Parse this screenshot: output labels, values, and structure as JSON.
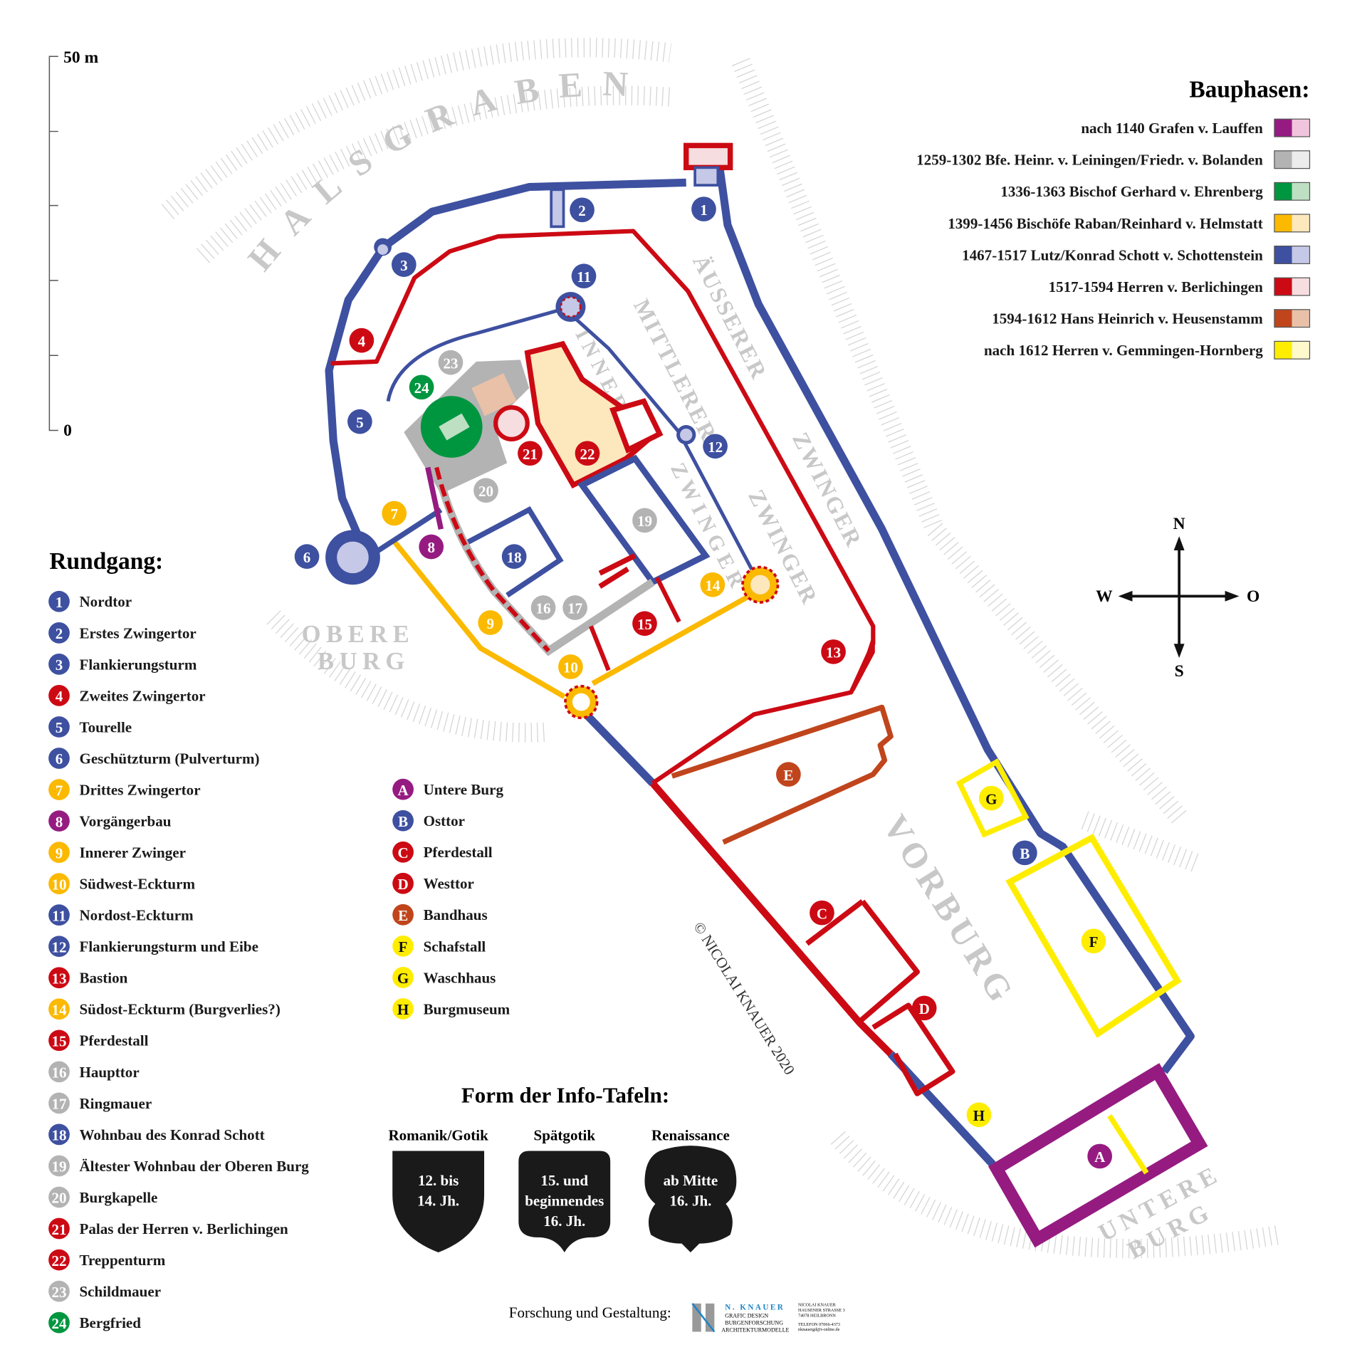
{
  "scale": {
    "top_label": "50 m",
    "bottom_label": "0"
  },
  "map_labels": {
    "halsgraben": "HALSGRABEN",
    "aeusserer": "ÄUSSERER",
    "zwinger": "ZWINGER",
    "mittlerer": "MITTLERER",
    "innerer": "INNERER",
    "obere": "OBERE",
    "burg": "BURG",
    "vorburg": "VORBURG",
    "untere": "UNTERE",
    "copyright": "© NICOLAI KNAUER 2020"
  },
  "compass": {
    "n": "N",
    "s": "S",
    "w": "W",
    "o": "O"
  },
  "colors": {
    "purple": "#951b81",
    "grey": "#b3b3b3",
    "green": "#009640",
    "orange": "#fbb900",
    "blue": "#3e50a0",
    "red": "#cc0a14",
    "brown": "#c0451c",
    "yellow": "#ffed00"
  },
  "bauphasen": {
    "title": "Bauphasen:",
    "items": [
      {
        "label": "nach 1140 Grafen v. Lauffen",
        "dark": "#951b81",
        "light": "#f0c4dd"
      },
      {
        "label": "1259-1302 Bfe. Heinr. v. Leiningen/Friedr. v. Bolanden",
        "dark": "#b3b3b3",
        "light": "#ececec"
      },
      {
        "label": "1336-1363 Bischof Gerhard v. Ehrenberg",
        "dark": "#009640",
        "light": "#bde0c3"
      },
      {
        "label": "1399-1456 Bischöfe Raban/Reinhard v. Helmstatt",
        "dark": "#fbb900",
        "light": "#fde7bd"
      },
      {
        "label": "1467-1517 Lutz/Konrad Schott v. Schottenstein",
        "dark": "#3e50a0",
        "light": "#c5c8e6"
      },
      {
        "label": "1517-1594 Herren v. Berlichingen",
        "dark": "#cc0a14",
        "light": "#f6dde0"
      },
      {
        "label": "1594-1612 Hans Heinrich v. Heusenstamm",
        "dark": "#c0451c",
        "light": "#e8c1a8"
      },
      {
        "label": "nach 1612 Herren v. Gemmingen-Hornberg",
        "dark": "#ffed00",
        "light": "#fff9cc"
      }
    ]
  },
  "rundgang": {
    "title": "Rundgang:",
    "items": [
      {
        "id": "1",
        "label": "Nordtor",
        "color": "blue"
      },
      {
        "id": "2",
        "label": "Erstes Zwingertor",
        "color": "blue"
      },
      {
        "id": "3",
        "label": "Flankierungsturm",
        "color": "blue"
      },
      {
        "id": "4",
        "label": "Zweites Zwingertor",
        "color": "red"
      },
      {
        "id": "5",
        "label": "Tourelle",
        "color": "blue"
      },
      {
        "id": "6",
        "label": "Geschützturm (Pulverturm)",
        "color": "blue"
      },
      {
        "id": "7",
        "label": "Drittes Zwingertor",
        "color": "orange"
      },
      {
        "id": "8",
        "label": "Vorgängerbau",
        "color": "purple"
      },
      {
        "id": "9",
        "label": "Innerer Zwinger",
        "color": "orange"
      },
      {
        "id": "10",
        "label": "Südwest-Eckturm",
        "color": "orange"
      },
      {
        "id": "11",
        "label": "Nordost-Eckturm",
        "color": "blue"
      },
      {
        "id": "12",
        "label": "Flankierungsturm und Eibe",
        "color": "blue"
      },
      {
        "id": "13",
        "label": "Bastion",
        "color": "red"
      },
      {
        "id": "14",
        "label": "Südost-Eckturm (Burgverlies?)",
        "color": "orange"
      },
      {
        "id": "15",
        "label": "Pferdestall",
        "color": "red"
      },
      {
        "id": "16",
        "label": "Haupttor",
        "color": "grey"
      },
      {
        "id": "17",
        "label": "Ringmauer",
        "color": "grey"
      },
      {
        "id": "18",
        "label": "Wohnbau des Konrad Schott",
        "color": "blue"
      },
      {
        "id": "19",
        "label": "Ältester Wohnbau der Oberen Burg",
        "color": "grey"
      },
      {
        "id": "20",
        "label": "Burgkapelle",
        "color": "grey"
      },
      {
        "id": "21",
        "label": "Palas der Herren v. Berlichingen",
        "color": "red"
      },
      {
        "id": "22",
        "label": "Treppenturm",
        "color": "red"
      },
      {
        "id": "23",
        "label": "Schildmauer",
        "color": "grey"
      },
      {
        "id": "24",
        "label": "Bergfried",
        "color": "green"
      },
      {
        "id": "A",
        "label": "Untere Burg",
        "color": "purple"
      },
      {
        "id": "B",
        "label": "Osttor",
        "color": "blue"
      },
      {
        "id": "C",
        "label": "Pferdestall",
        "color": "red"
      },
      {
        "id": "D",
        "label": "Westtor",
        "color": "red"
      },
      {
        "id": "E",
        "label": "Bandhaus",
        "color": "brown"
      },
      {
        "id": "F",
        "label": "Schafstall",
        "color": "yellow"
      },
      {
        "id": "G",
        "label": "Waschhaus",
        "color": "yellow"
      },
      {
        "id": "H",
        "label": "Burgmuseum",
        "color": "yellow"
      }
    ]
  },
  "info_tafeln": {
    "title": "Form der Info-Tafeln:",
    "items": [
      {
        "heading": "Romanik/Gotik",
        "lines": [
          "12. bis",
          "14. Jh."
        ]
      },
      {
        "heading": "Spätgotik",
        "lines": [
          "15. und",
          "beginnendes",
          "16. Jh."
        ]
      },
      {
        "heading": "Renaissance",
        "lines": [
          "ab Mitte",
          "16. Jh."
        ]
      }
    ]
  },
  "credits": {
    "label": "Forschung und Gestaltung:",
    "logo_name": "N. KNAUER",
    "logo_lines": [
      "GRAFIC DESIGN",
      "BURGENFORSCHUNG",
      "ARCHITEKTURMODELLE"
    ],
    "address": [
      "NICOLAI KNAUER",
      "HAUSENER STRASSE 3",
      "74078 HEILBRONN",
      "TELEFON 07066-4373",
      "nknauergd@t-online.de"
    ]
  }
}
